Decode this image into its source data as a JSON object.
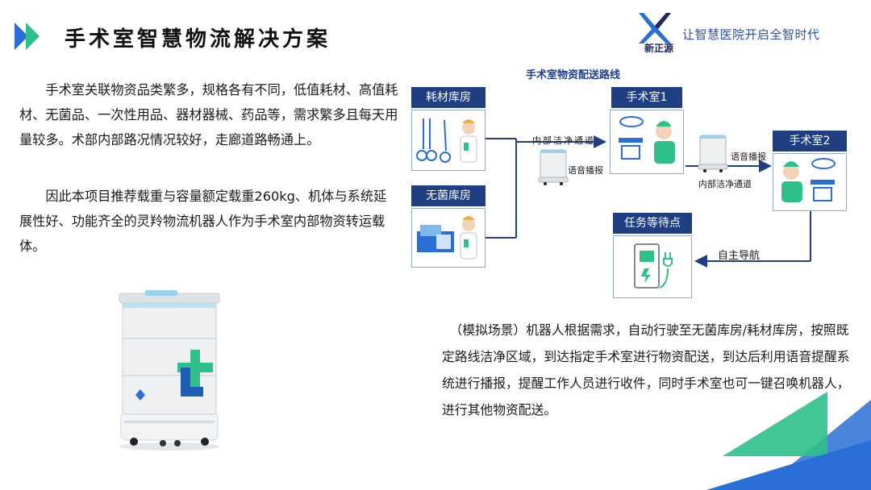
{
  "header": {
    "title": "手术室智慧物流解决方案",
    "brand_name": "新正源",
    "slogan": "让智慧医院开启全智时代"
  },
  "intro": {
    "paragraph1": "手术室关联物资品类繁多，规格各有不同，低值耗材、高值耗材、无菌品、一次性用品、器材器械、药品等，需求繁多且每天用量较多。术部内部路况情况较好，走廊道路畅通上。",
    "paragraph2": "因此本项目推荐载重与容量额定载重260kg、机体与系统延展性好、功能齐全的灵羚物流机器人作为手术室内部物资转运载体。"
  },
  "diagram": {
    "title": "手术室物资配送路线",
    "nodes": {
      "consumables_store": "耗材库房",
      "sterile_store": "无菌库房",
      "or1": "手术室1",
      "or2": "手术室2",
      "waiting_point": "任务等待点"
    },
    "labels": {
      "clean_corridor_1": "内部洁净通道",
      "voice_1": "语音播报",
      "voice_2": "语音播报",
      "clean_corridor_2": "内部洁净通道",
      "auto_nav": "自主导航"
    }
  },
  "scenario": {
    "text": "（模拟场景）机器人根据需求，自动行驶至无菌库房/耗材库房，按照既定路线洁净区域，到达指定手术室进行物资配送，到达后利用语音提醒系统进行播报，提醒工作人员进行收件，同时手术室也可一键召唤机器人，进行其他物资配送。"
  },
  "colors": {
    "navy": "#1f3f82",
    "accent_green": "#2fc08a",
    "accent_blue": "#2a6fd6",
    "slogan": "#2a4fa8"
  },
  "icons": [
    "title-arrow-icon",
    "brand-logo-icon",
    "delivery-robot-image"
  ]
}
